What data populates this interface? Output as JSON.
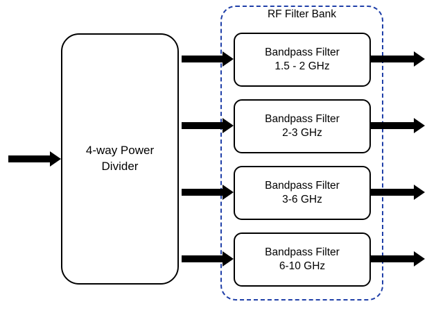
{
  "diagram": {
    "divider": {
      "label": "4-way Power\nDivider"
    },
    "group": {
      "title": "RF Filter Bank"
    },
    "filters": [
      {
        "label": "Bandpass Filter\n1.5 - 2 GHz"
      },
      {
        "label": "Bandpass Filter\n2-3 GHz"
      },
      {
        "label": "Bandpass Filter\n3-6 GHz"
      },
      {
        "label": "Bandpass Filter\n6-10 GHz"
      }
    ],
    "colors": {
      "stroke": "#000000",
      "group_border": "#1f3fa8",
      "background": "#ffffff"
    }
  }
}
